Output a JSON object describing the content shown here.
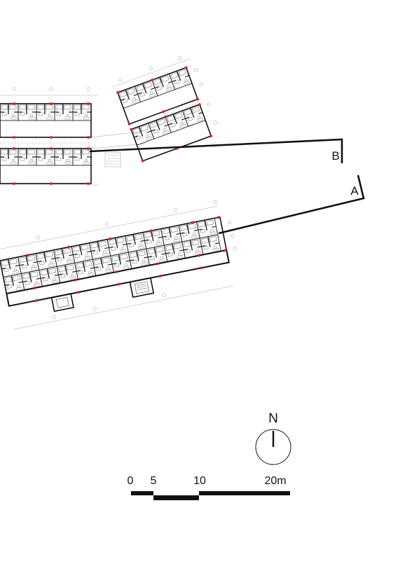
{
  "section_marks": {
    "a": "A",
    "b": "B"
  },
  "north_arrow": {
    "label": "N",
    "icon": "north-arrow-icon"
  },
  "scale_bar": {
    "ticks": [
      "0",
      "5",
      "10",
      "20m"
    ],
    "values_m": [
      0,
      5,
      10,
      20
    ]
  },
  "colors": {
    "line": "#111111",
    "column": "#e32222",
    "grid": "#9a9a9a"
  }
}
